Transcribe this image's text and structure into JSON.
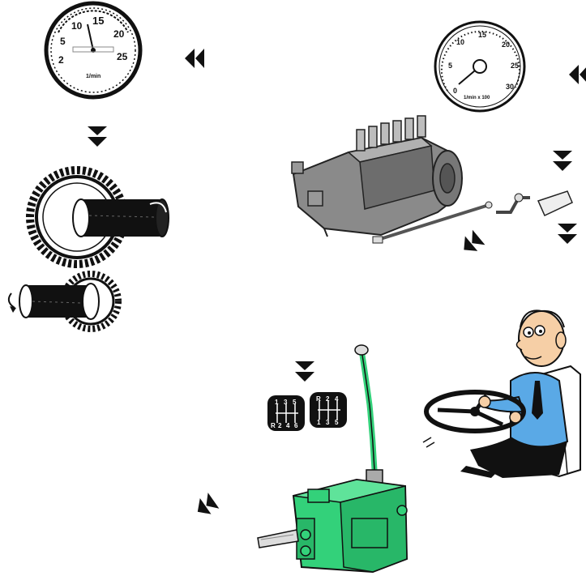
{
  "colors": {
    "ink": "#111111",
    "pump_grey": "#8a8a8a",
    "gearbox_green": "#33d17a",
    "shirt_blue": "#5aa9e6",
    "skin": "#f6cfa6",
    "white": "#ffffff"
  },
  "tachometer_small": {
    "ticks": [
      "2",
      "5",
      "10",
      "15",
      "20",
      "25"
    ],
    "unit": "1/min"
  },
  "tachometer_large": {
    "ticks": [
      "0",
      "5",
      "10",
      "15",
      "20",
      "25",
      "30"
    ],
    "unit": "1/min x 100"
  },
  "shift_pattern_a": {
    "top_row": [
      "1",
      "3",
      "5"
    ],
    "bottom_row": [
      "R",
      "2",
      "4",
      "6"
    ]
  },
  "shift_pattern_b": {
    "top_row": [
      "R",
      "2",
      "4"
    ],
    "bottom_row": [
      "1",
      "3",
      "5"
    ]
  },
  "icons": [
    "double-arrow-left-icon",
    "double-arrow-down-icon",
    "double-arrow-down-left-icon"
  ]
}
